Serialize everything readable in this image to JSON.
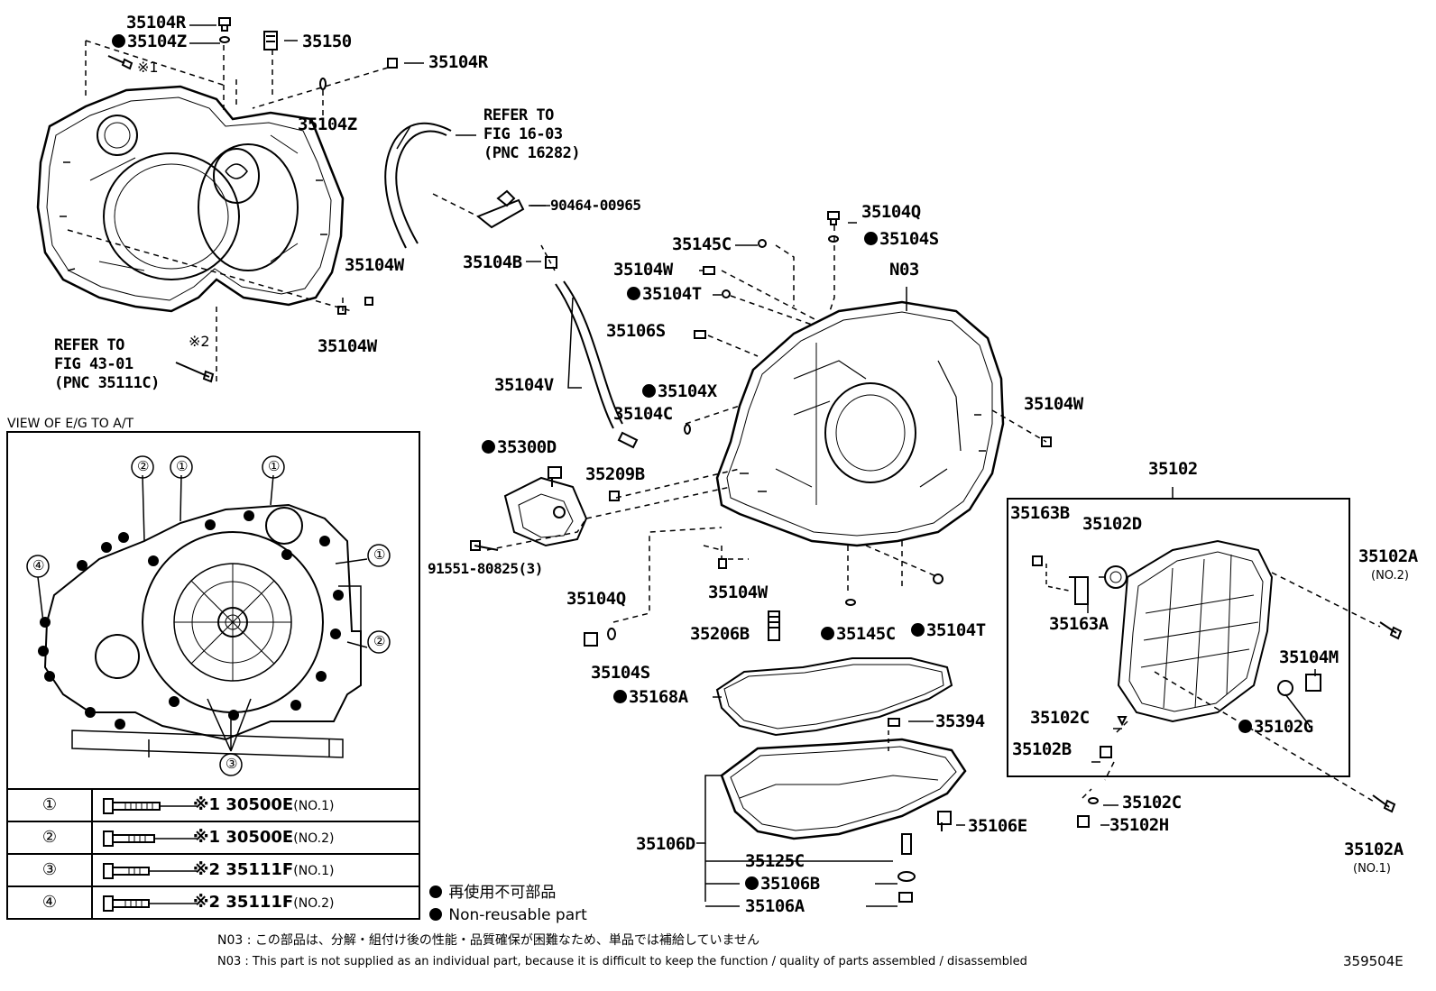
{
  "labels": {
    "p35104R_top": "35104R",
    "p35104Z_top": "35104Z",
    "ref_mark1": "※1",
    "p35150": "35150",
    "p35104R_right": "35104R",
    "p35104Z_mid": "35104Z",
    "refer_fig1603_l1": "REFER TO",
    "refer_fig1603_l2": "FIG 16-03",
    "refer_fig1603_l3": "(PNC 16282)",
    "p90464": "90464-00965",
    "p35104B": "35104B",
    "p35104W_a": "35104W",
    "p35104W_b": "35104W",
    "refer_fig4301_l1": "REFER TO",
    "refer_fig4301_l2": "FIG 43-01",
    "refer_fig4301_l3": "(PNC 35111C)",
    "ref_mark2": "※2",
    "p35104Q_top": "35104Q",
    "p35104S_top": "35104S",
    "p35145C_top": "35145C",
    "p35104W_c": "35104W",
    "pN03": "N03",
    "p35104T_top": "35104T",
    "p35106S": "35106S",
    "p35104V": "35104V",
    "p35104X": "35104X",
    "p35104C": "35104C",
    "p35104W_d": "35104W",
    "p35300D": "35300D",
    "p35209B": "35209B",
    "p91551": "91551-80825(3)",
    "p35104Q_bot": "35104Q",
    "p35104W_e": "35104W",
    "p35206B": "35206B",
    "p35145C_bot": "35145C",
    "p35104T_bot": "35104T",
    "p35104S_bot": "35104S",
    "p35168A": "35168A",
    "p35394": "35394",
    "p35106D": "35106D",
    "p35125C": "35125C",
    "p35106B": "35106B",
    "p35106A": "35106A",
    "p35106E": "35106E",
    "p35102": "35102",
    "p35163B": "35163B",
    "p35102D": "35102D",
    "p35163A": "35163A",
    "p35102A_no2": "35102A",
    "p35102A_no2_sub": "(NO.2)",
    "p35104M": "35104M",
    "p35102C_a": "35102C",
    "p35102G": "35102G",
    "p35102B": "35102B",
    "p35102C_b": "35102C",
    "p35102H": "35102H",
    "p35102A_no1": "35102A",
    "p35102A_no1_sub": "(NO.1)"
  },
  "inset": {
    "title": "VIEW OF E/G TO A/T",
    "callouts": [
      "①",
      "②",
      "③",
      "④"
    ],
    "rows": [
      {
        "num": "①",
        "mark": "※1",
        "part": "30500E",
        "note": "(NO.1)"
      },
      {
        "num": "②",
        "mark": "※1",
        "part": "30500E",
        "note": "(NO.2)"
      },
      {
        "num": "③",
        "mark": "※2",
        "part": "35111F",
        "note": "(NO.1)"
      },
      {
        "num": "④",
        "mark": "※2",
        "part": "35111F",
        "note": "(NO.2)"
      }
    ]
  },
  "legend": {
    "jp": "再使用不可部品",
    "en": "Non-reusable part"
  },
  "notes": {
    "jp": "N03 : この部品は、分解・組付け後の性能・品質確保が困難なため、単品では補給していません",
    "en": "N03 : This part is not supplied as an individual part, because it is difficult to keep the function / quality of parts assembled / disassembled"
  },
  "figure_id": "359504E"
}
